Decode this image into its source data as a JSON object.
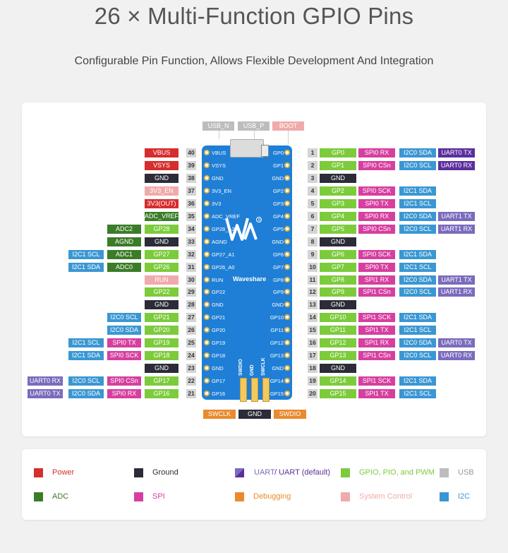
{
  "title": "26 × Multi-Function GPIO Pins",
  "subtitle": "Configurable Pin Function, Allows Flexible Development And Integration",
  "colors": {
    "power": "#d62d2d",
    "ground": "#2c2c38",
    "uart": "#7b6bbd",
    "uart_default": "#5b2f9c",
    "gpio": "#7ccb3b",
    "usb": "#bdbdbd",
    "adc": "#3a7c27",
    "spi": "#d63fa0",
    "debug": "#ea8a2f",
    "sysctl": "#f1aaaa",
    "i2c": "#3a97d3",
    "num": "#d4d4d4"
  },
  "top_labels": [
    "USB_N",
    "USB_P",
    "BOOT"
  ],
  "bottom_labels": [
    "SWCLK",
    "GND",
    "SWDIO"
  ],
  "board_swd_labels": [
    "SWDIO",
    "GND",
    "SWCLK"
  ],
  "brand": "Waveshare",
  "left_pins": [
    {
      "num": "40",
      "board": "VBUS",
      "labels": [
        {
          "t": "VBUS",
          "c": "power"
        }
      ]
    },
    {
      "num": "39",
      "board": "VSYS",
      "labels": [
        {
          "t": "VSYS",
          "c": "power"
        }
      ]
    },
    {
      "num": "38",
      "board": "GND",
      "labels": [
        {
          "t": "GND",
          "c": "ground"
        }
      ]
    },
    {
      "num": "37",
      "board": "3V3_EN",
      "labels": [
        {
          "t": "3V3_EN",
          "c": "sysctl"
        }
      ]
    },
    {
      "num": "36",
      "board": "3V3",
      "labels": [
        {
          "t": "3V3(OUT)",
          "c": "power"
        }
      ]
    },
    {
      "num": "35",
      "board": "ADC_VREF",
      "labels": [
        {
          "t": "ADC_VREF",
          "c": "adc"
        }
      ]
    },
    {
      "num": "34",
      "board": "GP28_A2",
      "labels": [
        {
          "t": "GP28",
          "c": "gpio"
        },
        {
          "t": "ADC2",
          "c": "adc"
        }
      ]
    },
    {
      "num": "33",
      "board": "AGND",
      "labels": [
        {
          "t": "GND",
          "c": "ground"
        },
        {
          "t": "AGND",
          "c": "adc"
        }
      ]
    },
    {
      "num": "32",
      "board": "GP27_A1",
      "labels": [
        {
          "t": "GP27",
          "c": "gpio"
        },
        {
          "t": "ADC1",
          "c": "adc"
        },
        {
          "t": "I2C1 SCL",
          "c": "i2c"
        }
      ]
    },
    {
      "num": "31",
      "board": "GP26_A0",
      "labels": [
        {
          "t": "GP26",
          "c": "gpio"
        },
        {
          "t": "ADC0",
          "c": "adc"
        },
        {
          "t": "I2C1 SDA",
          "c": "i2c"
        }
      ]
    },
    {
      "num": "30",
      "board": "RUN",
      "labels": [
        {
          "t": "RUN",
          "c": "sysctl"
        }
      ]
    },
    {
      "num": "29",
      "board": "GP22",
      "labels": [
        {
          "t": "GP22",
          "c": "gpio"
        }
      ]
    },
    {
      "num": "28",
      "board": "GND",
      "labels": [
        {
          "t": "GND",
          "c": "ground"
        }
      ]
    },
    {
      "num": "27",
      "board": "GP21",
      "labels": [
        {
          "t": "GP21",
          "c": "gpio"
        },
        {
          "t": "I2C0 SCL",
          "c": "i2c"
        }
      ]
    },
    {
      "num": "26",
      "board": "GP20",
      "labels": [
        {
          "t": "GP20",
          "c": "gpio"
        },
        {
          "t": "I2C0 SDA",
          "c": "i2c"
        }
      ]
    },
    {
      "num": "25",
      "board": "GP19",
      "labels": [
        {
          "t": "GP19",
          "c": "gpio"
        },
        {
          "t": "SPI0 TX",
          "c": "spi"
        },
        {
          "t": "I2C1 SCL",
          "c": "i2c"
        }
      ]
    },
    {
      "num": "24",
      "board": "GP18",
      "labels": [
        {
          "t": "GP18",
          "c": "gpio"
        },
        {
          "t": "SPI0 SCK",
          "c": "spi"
        },
        {
          "t": "I2C1 SDA",
          "c": "i2c"
        }
      ]
    },
    {
      "num": "23",
      "board": "GND",
      "labels": [
        {
          "t": "GND",
          "c": "ground"
        }
      ]
    },
    {
      "num": "22",
      "board": "GP17",
      "labels": [
        {
          "t": "GP17",
          "c": "gpio"
        },
        {
          "t": "SPI0 CSn",
          "c": "spi"
        },
        {
          "t": "I2C0 SCL",
          "c": "i2c"
        },
        {
          "t": "UART0 RX",
          "c": "uart"
        }
      ]
    },
    {
      "num": "21",
      "board": "GP16",
      "labels": [
        {
          "t": "GP16",
          "c": "gpio"
        },
        {
          "t": "SPI0 RX",
          "c": "spi"
        },
        {
          "t": "I2C0 SDA",
          "c": "i2c"
        },
        {
          "t": "UART0 TX",
          "c": "uart"
        }
      ]
    }
  ],
  "right_pins": [
    {
      "num": "1",
      "board": "GP0",
      "labels": [
        {
          "t": "GP0",
          "c": "gpio"
        },
        {
          "t": "SPI0 RX",
          "c": "spi"
        },
        {
          "t": "I2C0 SDA",
          "c": "i2c"
        },
        {
          "t": "UART0 TX",
          "c": "uart_default"
        }
      ]
    },
    {
      "num": "2",
      "board": "GP1",
      "labels": [
        {
          "t": "GP1",
          "c": "gpio"
        },
        {
          "t": "SPI0 CSn",
          "c": "spi"
        },
        {
          "t": "I2C0 SCL",
          "c": "i2c"
        },
        {
          "t": "UART0 RX",
          "c": "uart_default"
        }
      ]
    },
    {
      "num": "3",
      "board": "GND",
      "labels": [
        {
          "t": "GND",
          "c": "ground"
        }
      ]
    },
    {
      "num": "4",
      "board": "GP2",
      "labels": [
        {
          "t": "GP2",
          "c": "gpio"
        },
        {
          "t": "SPI0 SCK",
          "c": "spi"
        },
        {
          "t": "I2C1 SDA",
          "c": "i2c"
        }
      ]
    },
    {
      "num": "5",
      "board": "GP3",
      "labels": [
        {
          "t": "GP3",
          "c": "gpio"
        },
        {
          "t": "SPI0 TX",
          "c": "spi"
        },
        {
          "t": "I2C1 SCL",
          "c": "i2c"
        }
      ]
    },
    {
      "num": "6",
      "board": "GP4",
      "labels": [
        {
          "t": "GP4",
          "c": "gpio"
        },
        {
          "t": "SPI0 RX",
          "c": "spi"
        },
        {
          "t": "I2C0 SDA",
          "c": "i2c"
        },
        {
          "t": "UART1 TX",
          "c": "uart"
        }
      ]
    },
    {
      "num": "7",
      "board": "GP5",
      "labels": [
        {
          "t": "GP5",
          "c": "gpio"
        },
        {
          "t": "SPI0 CSn",
          "c": "spi"
        },
        {
          "t": "I2C0 SCL",
          "c": "i2c"
        },
        {
          "t": "UART1 RX",
          "c": "uart"
        }
      ]
    },
    {
      "num": "8",
      "board": "GND",
      "labels": [
        {
          "t": "GND",
          "c": "ground"
        }
      ]
    },
    {
      "num": "9",
      "board": "GP6",
      "labels": [
        {
          "t": "GP6",
          "c": "gpio"
        },
        {
          "t": "SPI0 SCK",
          "c": "spi"
        },
        {
          "t": "I2C1 SDA",
          "c": "i2c"
        }
      ]
    },
    {
      "num": "10",
      "board": "GP7",
      "labels": [
        {
          "t": "GP7",
          "c": "gpio"
        },
        {
          "t": "SPI0 TX",
          "c": "spi"
        },
        {
          "t": "I2C1 SCL",
          "c": "i2c"
        }
      ]
    },
    {
      "num": "11",
      "board": "GP8",
      "labels": [
        {
          "t": "GP8",
          "c": "gpio"
        },
        {
          "t": "SPI1 RX",
          "c": "spi"
        },
        {
          "t": "I2C0 SDA",
          "c": "i2c"
        },
        {
          "t": "UART1 TX",
          "c": "uart"
        }
      ]
    },
    {
      "num": "12",
      "board": "GP9",
      "labels": [
        {
          "t": "GP9",
          "c": "gpio"
        },
        {
          "t": "SPI1 CSn",
          "c": "spi"
        },
        {
          "t": "I2C0 SCL",
          "c": "i2c"
        },
        {
          "t": "UART1 RX",
          "c": "uart"
        }
      ]
    },
    {
      "num": "13",
      "board": "GND",
      "labels": [
        {
          "t": "GND",
          "c": "ground"
        }
      ]
    },
    {
      "num": "14",
      "board": "GP10",
      "labels": [
        {
          "t": "GP10",
          "c": "gpio"
        },
        {
          "t": "SPI1 SCK",
          "c": "spi"
        },
        {
          "t": "I2C1 SDA",
          "c": "i2c"
        }
      ]
    },
    {
      "num": "15",
      "board": "GP11",
      "labels": [
        {
          "t": "GP11",
          "c": "gpio"
        },
        {
          "t": "SPI1 TX",
          "c": "spi"
        },
        {
          "t": "I2C1 SCL",
          "c": "i2c"
        }
      ]
    },
    {
      "num": "16",
      "board": "GP12",
      "labels": [
        {
          "t": "GP12",
          "c": "gpio"
        },
        {
          "t": "SPI1 RX",
          "c": "spi"
        },
        {
          "t": "I2C0 SDA",
          "c": "i2c"
        },
        {
          "t": "UART0 TX",
          "c": "uart"
        }
      ]
    },
    {
      "num": "17",
      "board": "GP13",
      "labels": [
        {
          "t": "GP13",
          "c": "gpio"
        },
        {
          "t": "SPI1 CSn",
          "c": "spi"
        },
        {
          "t": "I2C0 SCL",
          "c": "i2c"
        },
        {
          "t": "UART0 RX",
          "c": "uart"
        }
      ]
    },
    {
      "num": "18",
      "board": "GND",
      "labels": [
        {
          "t": "GND",
          "c": "ground"
        }
      ]
    },
    {
      "num": "19",
      "board": "GP14",
      "labels": [
        {
          "t": "GP14",
          "c": "gpio"
        },
        {
          "t": "SPI1 SCK",
          "c": "spi"
        },
        {
          "t": "I2C1 SDA",
          "c": "i2c"
        }
      ]
    },
    {
      "num": "20",
      "board": "GP15",
      "labels": [
        {
          "t": "GP15",
          "c": "gpio"
        },
        {
          "t": "SPI1 TX",
          "c": "spi"
        },
        {
          "t": "I2C1 SCL",
          "c": "i2c"
        }
      ]
    }
  ],
  "legend": [
    {
      "label": "Power",
      "c": "power"
    },
    {
      "label": "Ground",
      "c": "ground"
    },
    {
      "label": "UART / UART (default)",
      "c": "uart",
      "c2": "uart_default",
      "label_a": "UART",
      "label_b": " / UART (default)"
    },
    {
      "label": "GPIO, PIO, and PWM",
      "c": "gpio"
    },
    {
      "label": "USB",
      "c": "usb"
    },
    {
      "label": "ADC",
      "c": "adc"
    },
    {
      "label": "SPI",
      "c": "spi"
    },
    {
      "label": "Debugging",
      "c": "debug"
    },
    {
      "label": "System Control",
      "c": "sysctl"
    },
    {
      "label": "I2C",
      "c": "i2c"
    }
  ]
}
